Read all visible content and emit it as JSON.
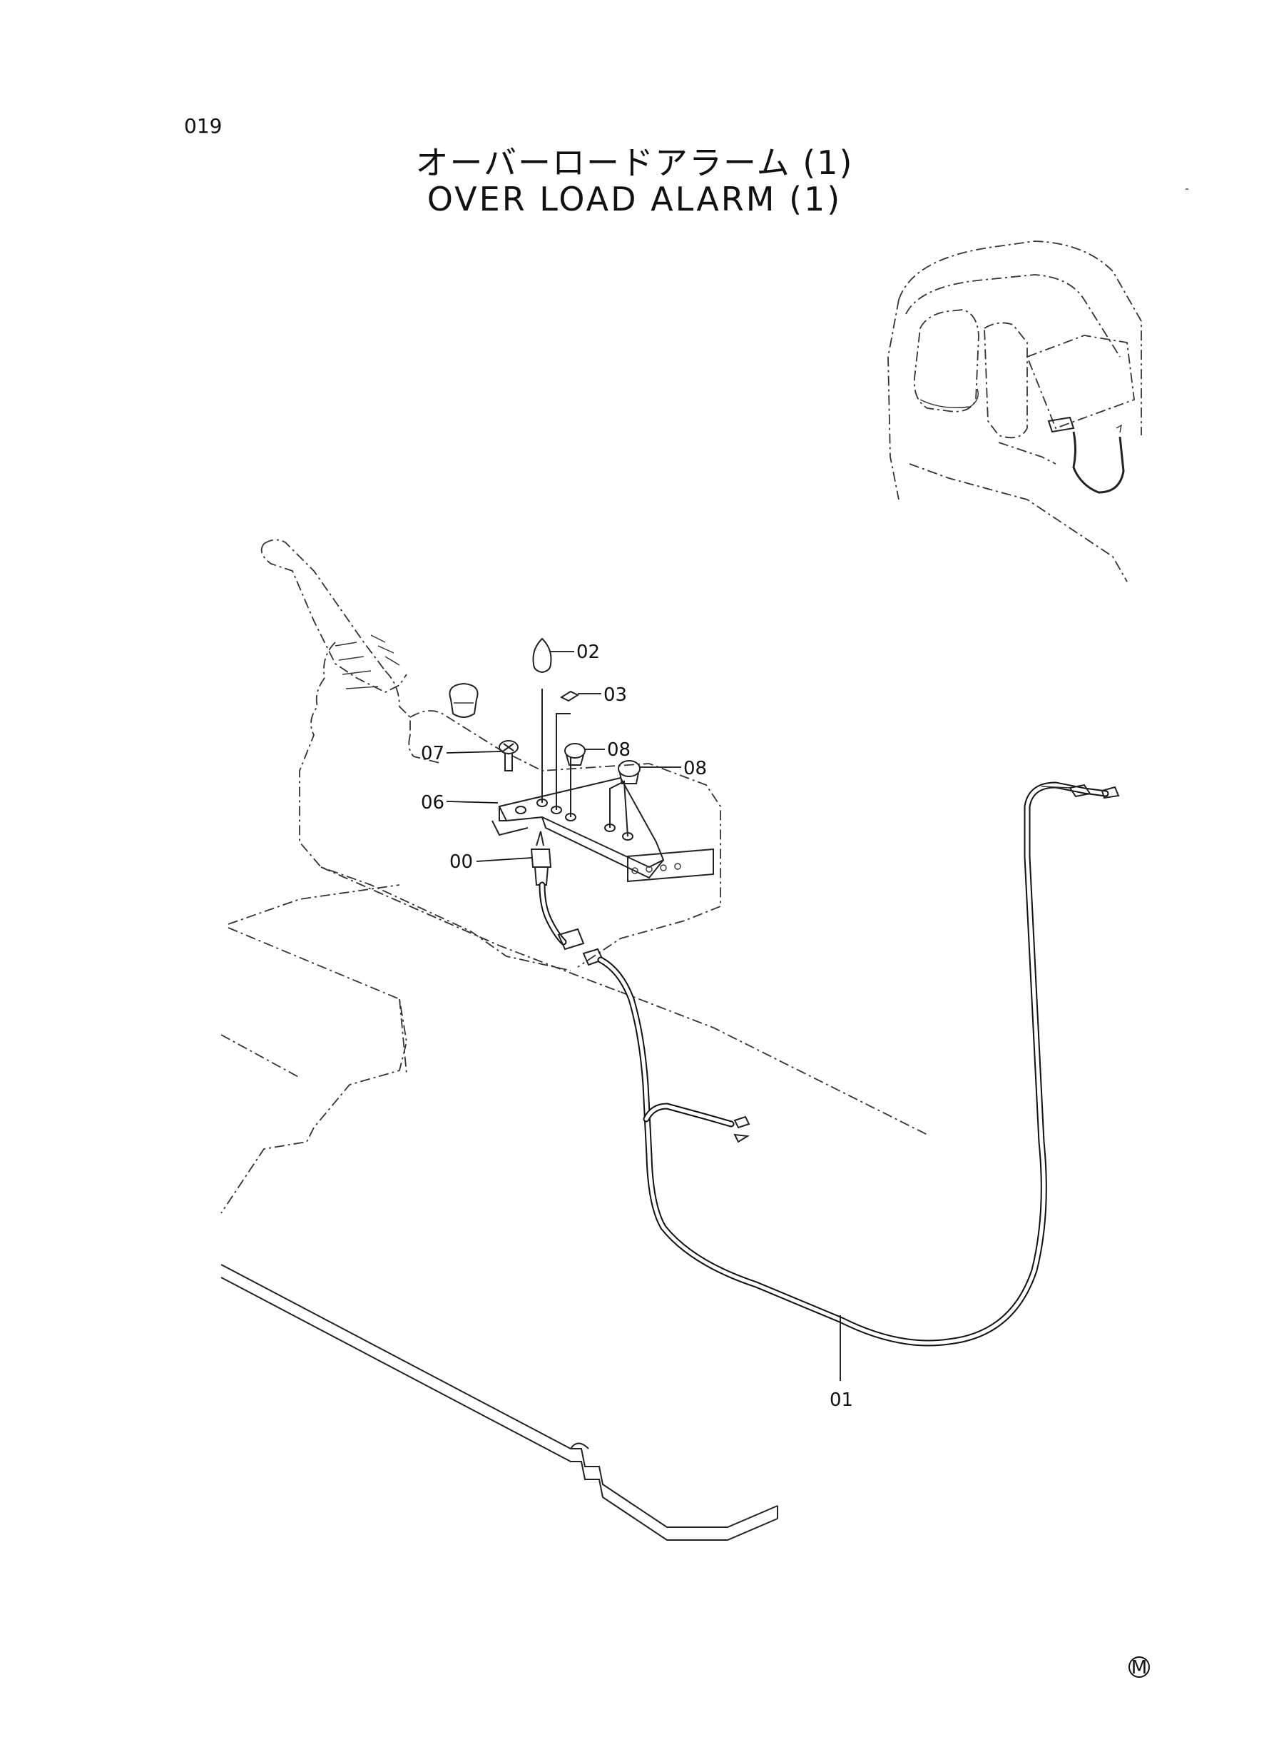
{
  "page": {
    "number": "019",
    "title_jp": "オーバーロードアラーム (1)",
    "title_en": "OVER LOAD ALARM (1)",
    "corner_mark": "M"
  },
  "callouts": [
    {
      "id": "part-00",
      "label": "00"
    },
    {
      "id": "part-01",
      "label": "01"
    },
    {
      "id": "part-02",
      "label": "02"
    },
    {
      "id": "part-03",
      "label": "03"
    },
    {
      "id": "part-06",
      "label": "06"
    },
    {
      "id": "part-07",
      "label": "07"
    },
    {
      "id": "part-08a",
      "label": "08"
    },
    {
      "id": "part-08b",
      "label": "08"
    }
  ]
}
